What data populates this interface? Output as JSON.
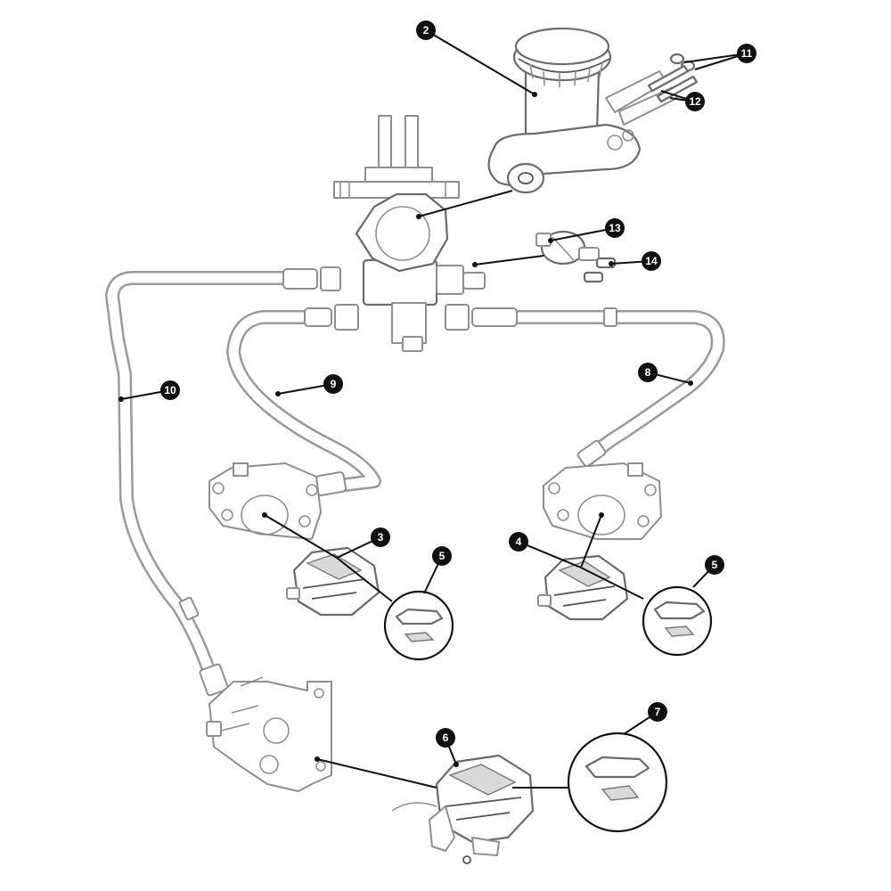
{
  "callouts": [
    {
      "id": "c2",
      "label": "2"
    },
    {
      "id": "c3",
      "label": "3"
    },
    {
      "id": "c4",
      "label": "4"
    },
    {
      "id": "c5a",
      "label": "5"
    },
    {
      "id": "c5b",
      "label": "5"
    },
    {
      "id": "c6",
      "label": "6"
    },
    {
      "id": "c7",
      "label": "7"
    },
    {
      "id": "c8",
      "label": "8"
    },
    {
      "id": "c9",
      "label": "9"
    },
    {
      "id": "c10",
      "label": "10"
    },
    {
      "id": "c11",
      "label": "11"
    },
    {
      "id": "c12",
      "label": "12"
    },
    {
      "id": "c13",
      "label": "13"
    },
    {
      "id": "c14",
      "label": "14"
    }
  ]
}
